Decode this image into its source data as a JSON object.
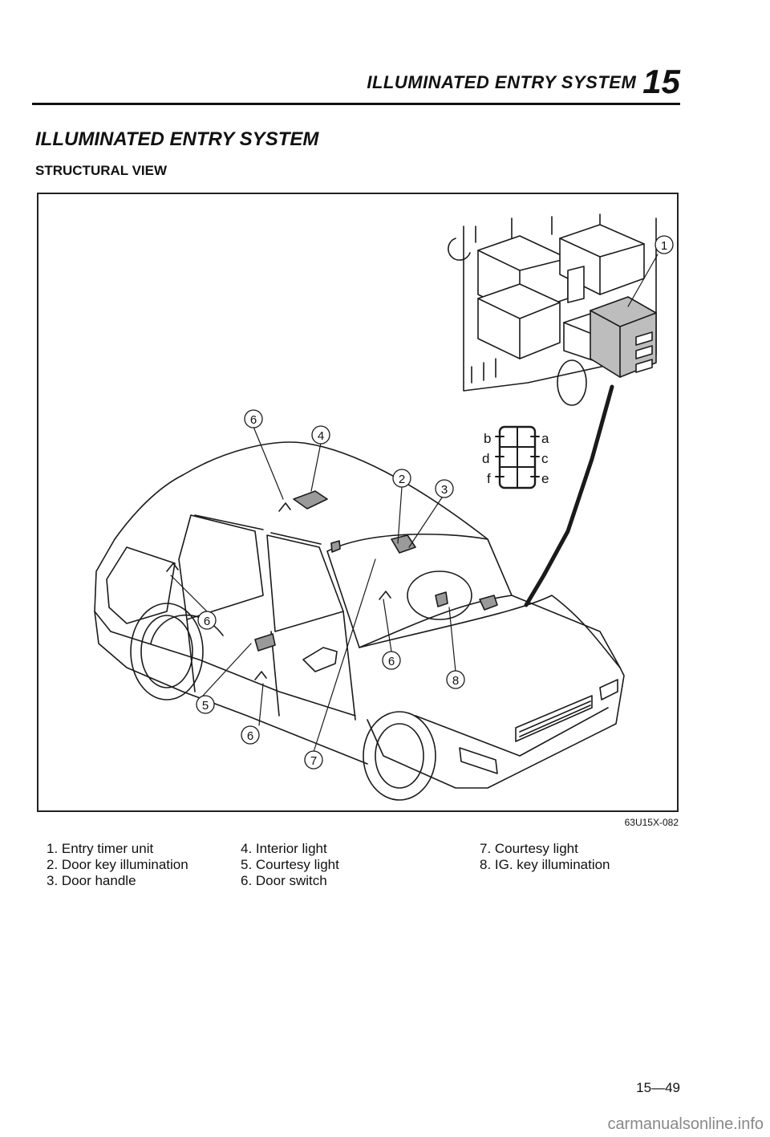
{
  "header": {
    "section": "ILLUMINATED ENTRY SYSTEM",
    "chapter": "15"
  },
  "page": {
    "title": "ILLUMINATED ENTRY SYSTEM",
    "subtitle": "STRUCTURAL VIEW"
  },
  "figure": {
    "code": "63U15X-082",
    "callouts": [
      "1",
      "2",
      "3",
      "4",
      "5",
      "6",
      "7",
      "8"
    ],
    "pins": [
      "a",
      "b",
      "c",
      "d",
      "e",
      "f"
    ]
  },
  "legend": {
    "col1": [
      "1. Entry timer unit",
      "2. Door key illumination",
      "3. Door handle"
    ],
    "col2": [
      "4. Interior light",
      "5. Courtesy light",
      "6. Door switch"
    ],
    "col3": [
      "7. Courtesy light",
      "8. IG. key illumination"
    ]
  },
  "footer": {
    "page_number": "15—49",
    "watermark": "carmanualsonline.info"
  }
}
